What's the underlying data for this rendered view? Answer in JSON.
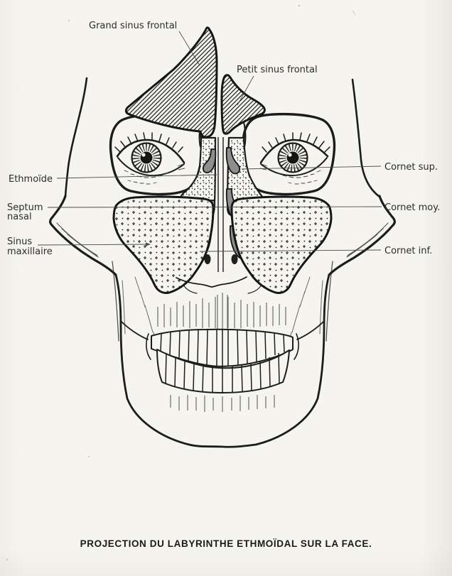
{
  "figure": {
    "type": "anatomical-diagram",
    "caption": "PROJECTION DU LABYRINTHE ETHMOÏDAL SUR LA FACE.",
    "labels": {
      "grand_sinus_frontal": "Grand sinus frontal",
      "petit_sinus_frontal": "Petit sinus frontal",
      "ethmoide": "Ethmoïde",
      "septum_nasal": [
        "Septum",
        "nasal"
      ],
      "sinus_maxillaire": [
        "Sinus",
        "maxillaire"
      ],
      "cornet_sup": "Cornet sup.",
      "cornet_moy": "Cornet moy.",
      "cornet_inf": "Cornet inf."
    },
    "colors": {
      "paper": "#f5f4ef",
      "ink": "#1c1c1c",
      "leader_line": "#4a4a4a",
      "label_text": "#2b2b2b",
      "turbinate_fill": "#8e8e8e"
    }
  }
}
